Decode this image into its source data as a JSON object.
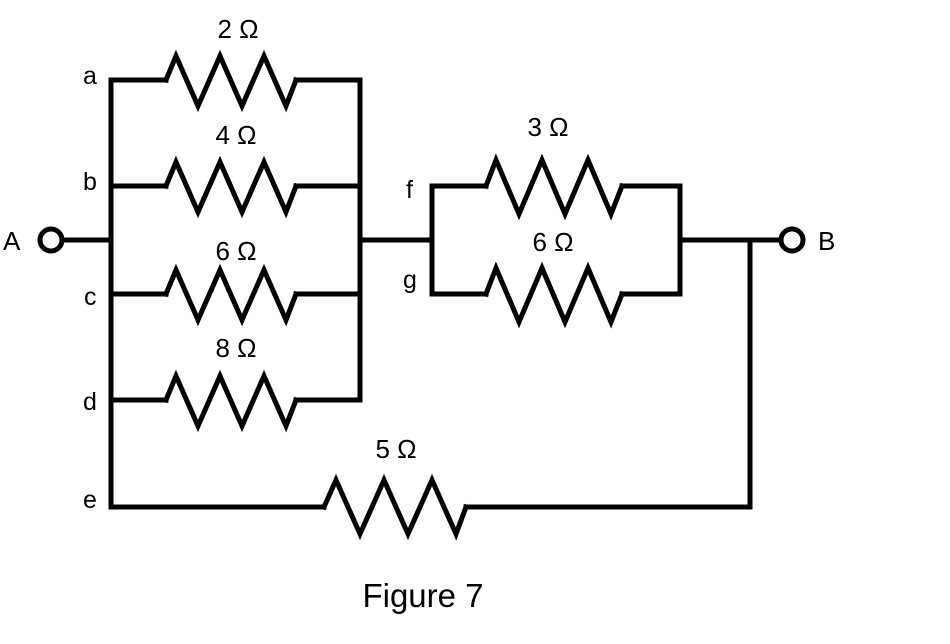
{
  "diagram": {
    "caption": "Figure 7",
    "terminals": {
      "left": "A",
      "right": "B"
    },
    "nodes": {
      "a": "a",
      "b": "b",
      "c": "c",
      "d": "d",
      "e": "e",
      "f": "f",
      "g": "g"
    },
    "resistors": {
      "r_a": "2 Ω",
      "r_b": "4 Ω",
      "r_c": "6 Ω",
      "r_d": "8 Ω",
      "r_f": "3 Ω",
      "r_g": "6 Ω",
      "r_e": "5 Ω"
    }
  }
}
